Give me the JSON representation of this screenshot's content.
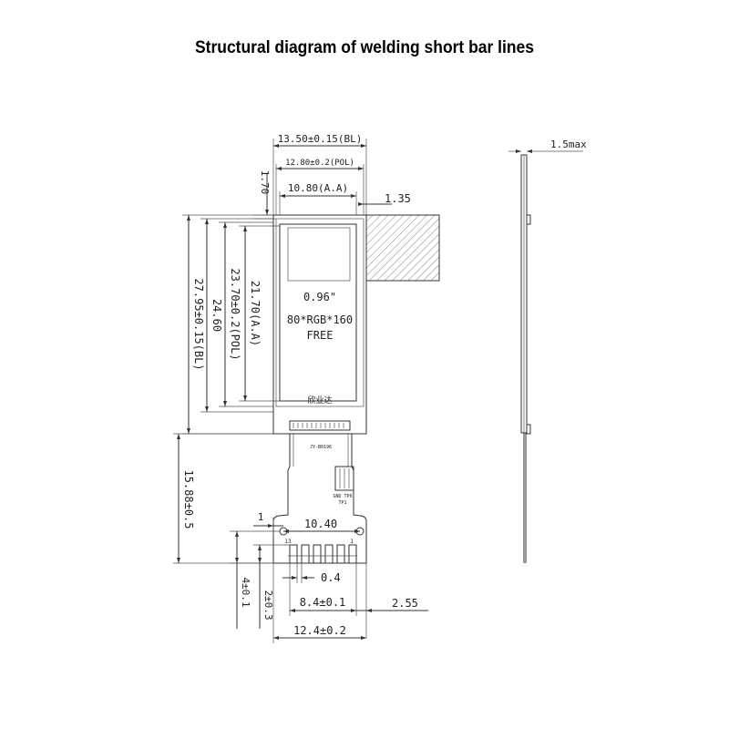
{
  "title": "Structural diagram of welding short bar lines",
  "dims": {
    "bl_width": "13.50±0.15(BL)",
    "pol_width": "12.80±0.2(POL)",
    "aa_width": "10.80(A.A)",
    "top_gap": "1.70",
    "side_gap": "1.35",
    "bl_height": "27.95±0.15(BL)",
    "glass_height": "24.60",
    "pol_height": "23.70±0.2(POL)",
    "aa_height": "21.70(A.A)",
    "fpc_length": "15.88±0.5",
    "one": "1",
    "pad_span": "10.40",
    "pin_pitch": "0.4",
    "pin_span": "8.4±0.1",
    "fpc_width": "12.4±0.2",
    "edge_gap": "2.55",
    "four": "4±0.1",
    "two": "2±0.3",
    "thickness": "1.5max"
  },
  "panel": {
    "size": "0.96\"",
    "resolution": "80*RGB*160",
    "mode": "FREE"
  },
  "pins": {
    "left": "13",
    "right": "1"
  },
  "labels": {
    "test_points": "GND TP0",
    "tp1": "TP1",
    "fpc_code": "JY-B0196",
    "stamp": "欣业达"
  }
}
